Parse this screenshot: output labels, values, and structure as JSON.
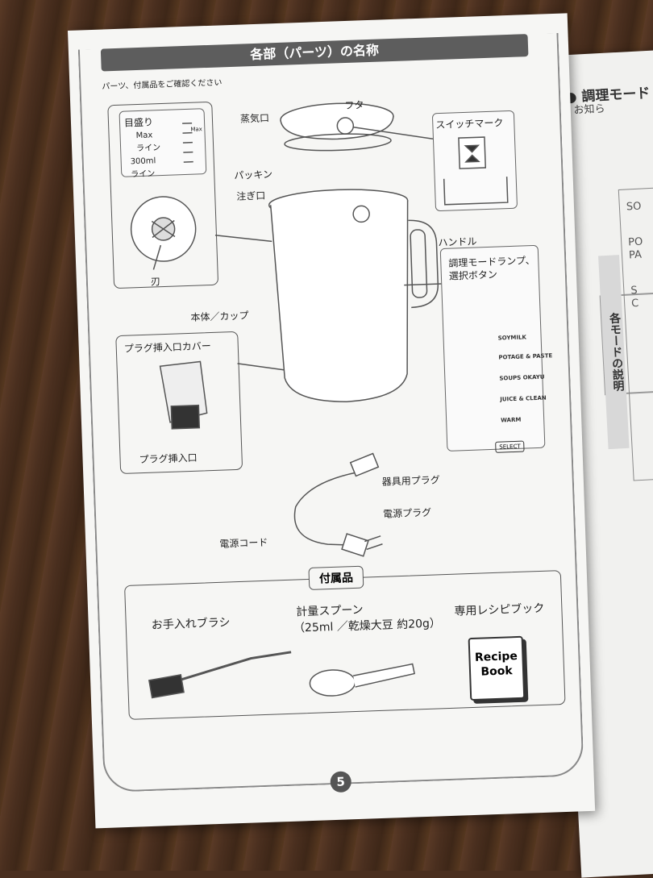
{
  "page": {
    "header": "各部（パーツ）の名称",
    "subheading": "パーツ、付属品をご確認ください",
    "page_number": "5"
  },
  "parts": {
    "scale": "目盛り",
    "max_line_1": "Max",
    "max_line_2": "ライン",
    "max_tiny": "Max",
    "ml300_line_1": "300ml",
    "ml300_line_2": "ライン",
    "blade": "刃",
    "steam_port": "蒸気口",
    "lid": "フタ",
    "packing": "パッキン",
    "switch_mark": "スイッチマーク",
    "spout": "注ぎ口",
    "handle": "ハンドル",
    "mode_lamp_1": "調理モードランプ、",
    "mode_lamp_2": "選択ボタン",
    "body_cup": "本体／カップ",
    "plug_cover": "プラグ挿入口カバー",
    "plug_inlet": "プラグ挿入口",
    "appliance_plug": "器具用プラグ",
    "power_plug": "電源プラグ",
    "power_cord": "電源コード"
  },
  "modes": [
    "SOYMILK",
    "POTAGE & PASTE",
    "SOUPS OKAYU",
    "JUICE & CLEAN",
    "WARM"
  ],
  "select_button": "SELECT",
  "accessories": {
    "title": "付属品",
    "brush": "お手入れブラシ",
    "spoon_line_1": "計量スプーン",
    "spoon_line_2": "（25ml ／乾燥大豆 約20g）",
    "recipe_book": "専用レシピブック",
    "recipe_cover_1": "Recipe",
    "recipe_cover_2": "Book"
  },
  "right_page": {
    "title": "● 調理モード",
    "notice": "お知ら",
    "side_label": "各モードの説明",
    "cell_1": "SO",
    "cell_2": "PO",
    "cell_3": "PA",
    "cell_4": "S",
    "cell_5": "C"
  }
}
